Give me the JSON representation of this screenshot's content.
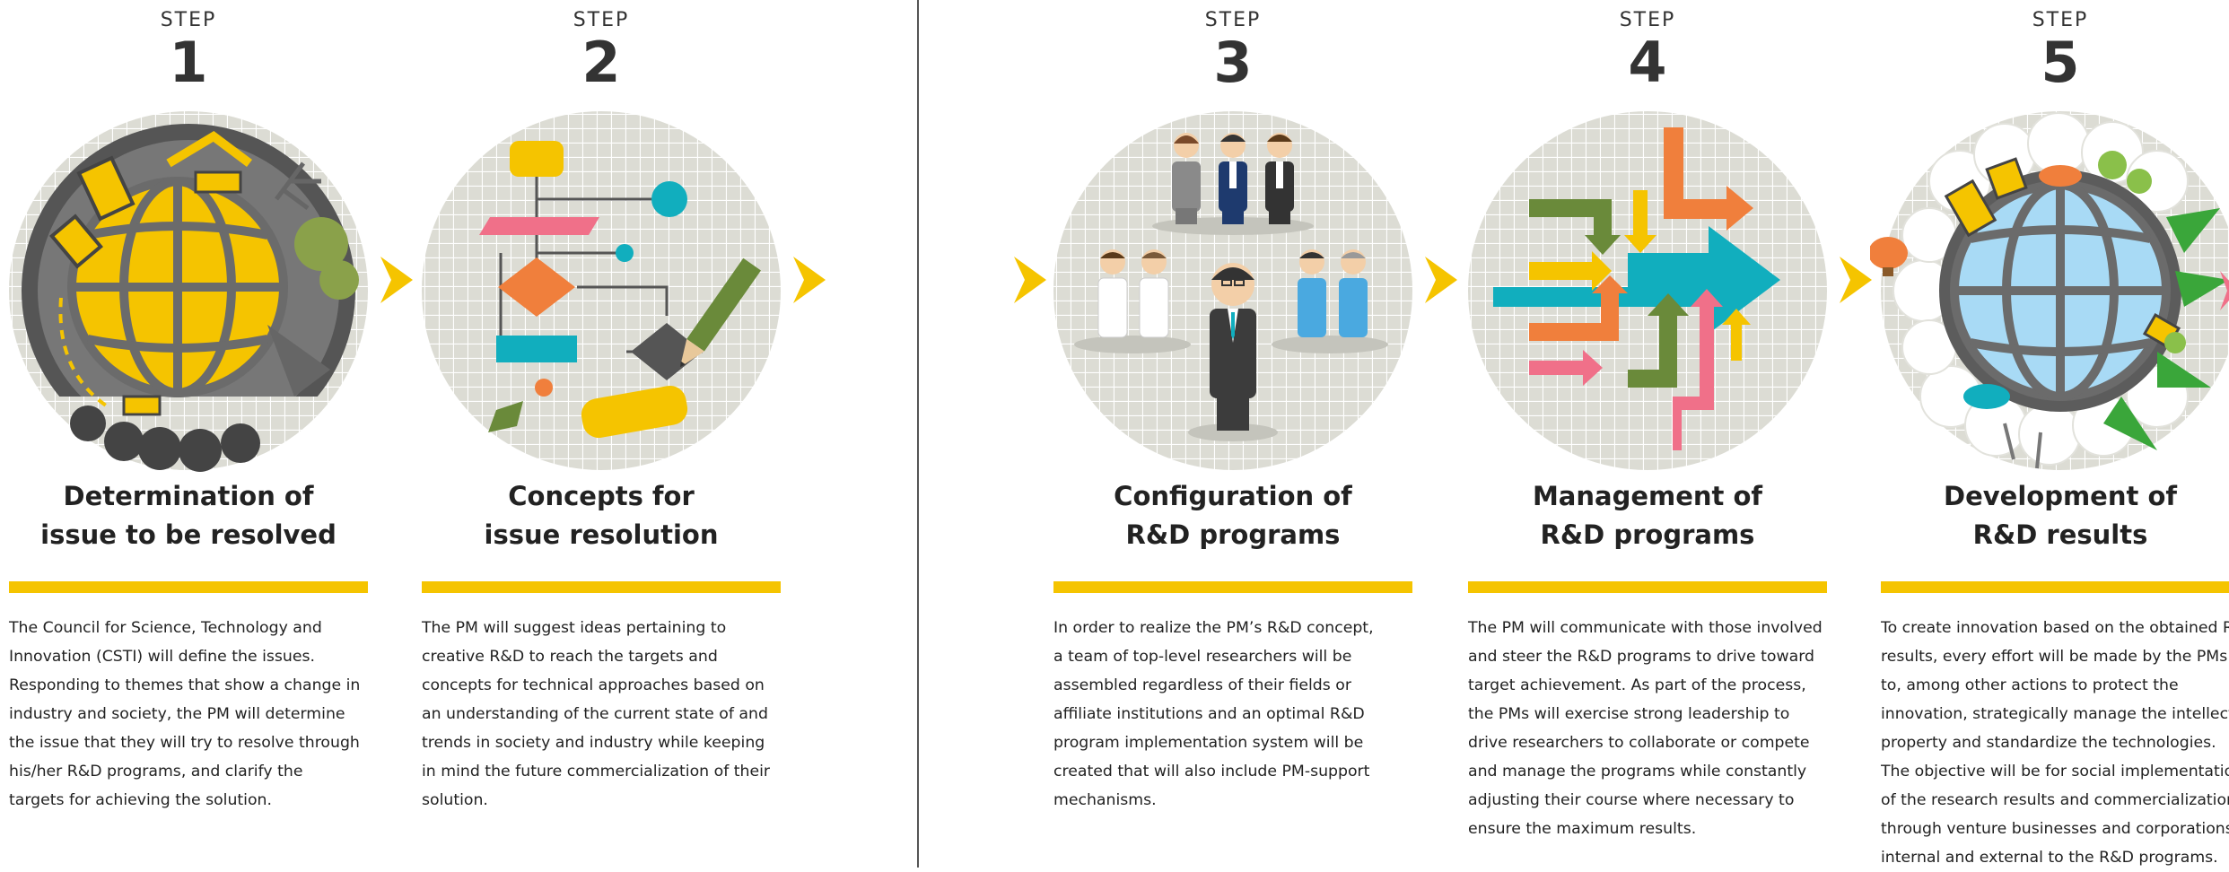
{
  "colors": {
    "accent_yellow": "#f5c400",
    "gray": "#6b6b6b",
    "teal": "#11aebe",
    "orange": "#f07f3c",
    "pink": "#f07089",
    "green": "#6a8a3a",
    "sky": "#a8daf5"
  },
  "steps": [
    {
      "label": "STEP",
      "number": "1",
      "icon": "globe-construction-icon",
      "title": [
        "Determination of",
        "issue to be resolved"
      ],
      "description": [
        "The Council for Science, Technology and",
        "Innovation (CSTI) will define the issues.",
        "Responding to themes that show a change in",
        "industry and society, the PM will determine",
        "the issue that they will try to resolve through",
        "his/her R&D programs, and clarify the",
        "targets for achieving the solution."
      ]
    },
    {
      "label": "STEP",
      "number": "2",
      "icon": "flowchart-pencil-icon",
      "title": [
        "Concepts for",
        "issue resolution"
      ],
      "description": [
        "The PM will suggest ideas pertaining to",
        "creative R&D to reach the targets and",
        "concepts for technical approaches based on",
        "an understanding of the current state of and",
        "trends in society and industry while keeping",
        "in mind the future commercialization of their",
        "solution."
      ]
    },
    {
      "label": "STEP",
      "number": "3",
      "icon": "research-team-icon",
      "title": [
        "Configuration of",
        "R&D programs"
      ],
      "description": [
        "In order to realize the PM’s R&D concept,",
        "a team of top-level researchers will be",
        "assembled regardless of their fields or",
        "affiliate institutions and an optimal R&D",
        "program implementation system will be",
        "created that will also include PM-support",
        "mechanisms."
      ]
    },
    {
      "label": "STEP",
      "number": "4",
      "icon": "converging-arrows-icon",
      "title": [
        "Management of",
        "R&D programs"
      ],
      "description": [
        "The PM will communicate with those involved",
        "and steer the R&D programs to drive toward",
        "target achievement. As part of the process,",
        "the PMs will exercise strong leadership to",
        "drive researchers to collaborate or compete",
        "and manage the programs while constantly",
        "adjusting their course where necessary to",
        "ensure the maximum results."
      ]
    },
    {
      "label": "STEP",
      "number": "5",
      "icon": "green-globe-icon",
      "title": [
        "Development of",
        "R&D results"
      ],
      "description": [
        "To create innovation based on the obtained R&",
        "results, every effort will be made by the PMs",
        "to, among other actions to protect the",
        "innovation, strategically manage the intellectua",
        "property and standardize the technologies.",
        "The objective will be for social implementation",
        "of the research results and commercialization",
        "through venture businesses and corporations",
        "internal and external to the R&D programs."
      ]
    }
  ]
}
